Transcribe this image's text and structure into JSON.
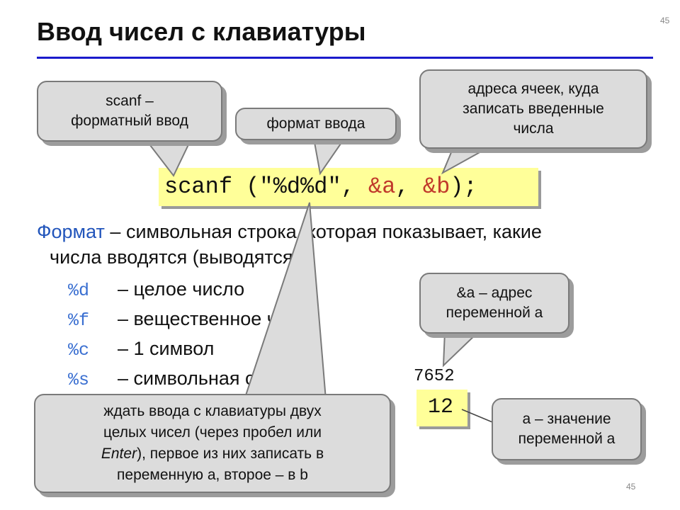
{
  "slide": {
    "title": "Ввод чисел с клавиатуры",
    "page_number_top": "45",
    "page_number_bottom": "45"
  },
  "code": {
    "fn": "scanf (",
    "format": "\"%d%d\"",
    "sep1": ", ",
    "arg1": "&a",
    "sep2": ", ",
    "arg2": "&b",
    "end": ");"
  },
  "description": {
    "term": "Формат",
    "line1_rest": " – символьная строка, которая показывает, какие",
    "line2": "числа вводятся (выводятся)."
  },
  "format_list": [
    {
      "code": "%d",
      "desc": "– целое число"
    },
    {
      "code": "%f",
      "desc": "– вещественное число"
    },
    {
      "code": "%c",
      "desc": "– 1 символ"
    },
    {
      "code": "%s",
      "desc": "– символьная строка"
    }
  ],
  "callouts": {
    "scanf": [
      "scanf –",
      "форматный ввод"
    ],
    "format": [
      "формат ввода"
    ],
    "addresses": [
      "адреса ячеек, куда",
      "записать введенные",
      "числа"
    ],
    "address_a": [
      "&a – адрес",
      "переменной a"
    ],
    "value_a": [
      "a – значение",
      "переменной a"
    ],
    "wait_line1": "ждать ввода с клавиатуры двух",
    "wait_line2": "целых чисел (через пробел или",
    "wait_line3_em": "Enter",
    "wait_line3_rest": "), первое из них записать в",
    "wait_line4": "переменную a, второе – в b"
  },
  "memory": {
    "address": "7652",
    "value": "12"
  },
  "colors": {
    "rule": "#1a1acc",
    "highlight": "#ffff99",
    "keyword_blue": "#2255bb",
    "string_red": "#c0392b",
    "callout_fill": "#dcdcdc"
  }
}
